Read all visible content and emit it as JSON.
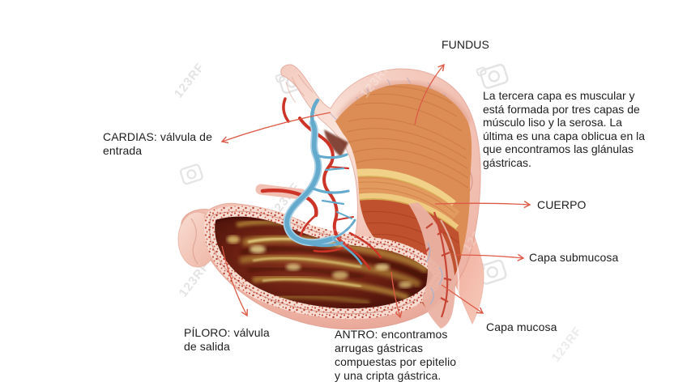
{
  "page": {
    "alt": "Anatomical cross-section diagram of the human stomach with labelled parts",
    "background": "#ffffff"
  },
  "labels": {
    "fundus": "FUNDUS",
    "cardias": "CARDIAS: válvula de entrada",
    "cuerpo": "CUERPO",
    "capa_submucosa": "Capa submucosa",
    "capa_mucosa": "Capa mucosa",
    "piloro": "PÍLORO: válvula de salida",
    "antro": "ANTRO: encontramos arrugas gástricas compuestas por epitelio y una cripta gástrica."
  },
  "paragraph": "La tercera capa es muscular y está formada por tres capas de músculo liso y la serosa. La última es una capa oblicua en la que encontramos las glánulas gástricas.",
  "watermark": {
    "text": "123RF",
    "symbol": "®"
  },
  "colors": {
    "annotation_arrow": "#dd5a47",
    "label_text": "#1d1d1d",
    "serosa_pink": "#f0bdb0",
    "muscle_orange": "#d98a52",
    "muscle_deep": "#c0512f",
    "separator_yellow": "#f0d187",
    "cavity_maroon": "#5c180e",
    "rugae_gold": "#c9a24c",
    "vein_blue": "#6db1d4",
    "artery_red": "#cc3427",
    "watermark_grey": "#e4e4e4"
  }
}
